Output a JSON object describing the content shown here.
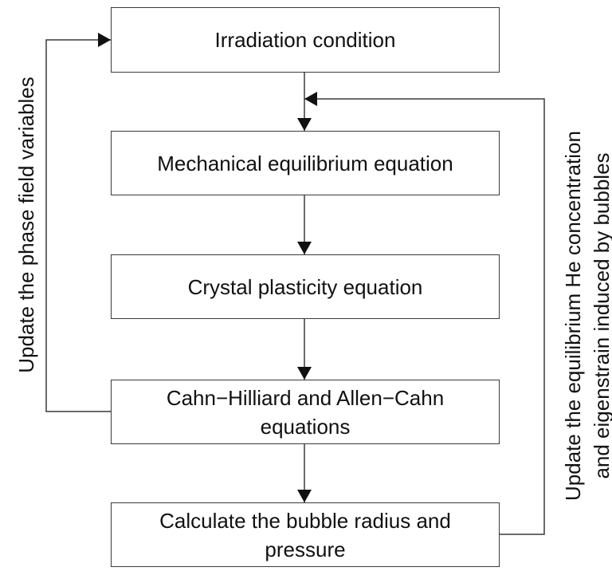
{
  "boxes": {
    "irradiation": "Irradiation condition",
    "mechanical": "Mechanical equilibrium equation",
    "crystal": "Crystal plasticity equation",
    "cahn_line1": "Cahn−Hilliard and Allen−Cahn",
    "cahn_line2": "equations",
    "bubble_line1": "Calculate the bubble radius and",
    "bubble_line2": "pressure"
  },
  "labels": {
    "left": "Update the phase field variables",
    "right_line1": "Update the equilibrium He concentration",
    "right_line2": "and eigenstrain induced by bubbles"
  },
  "colors": {
    "line": "#3a3a3a",
    "arrow": "#111111"
  }
}
